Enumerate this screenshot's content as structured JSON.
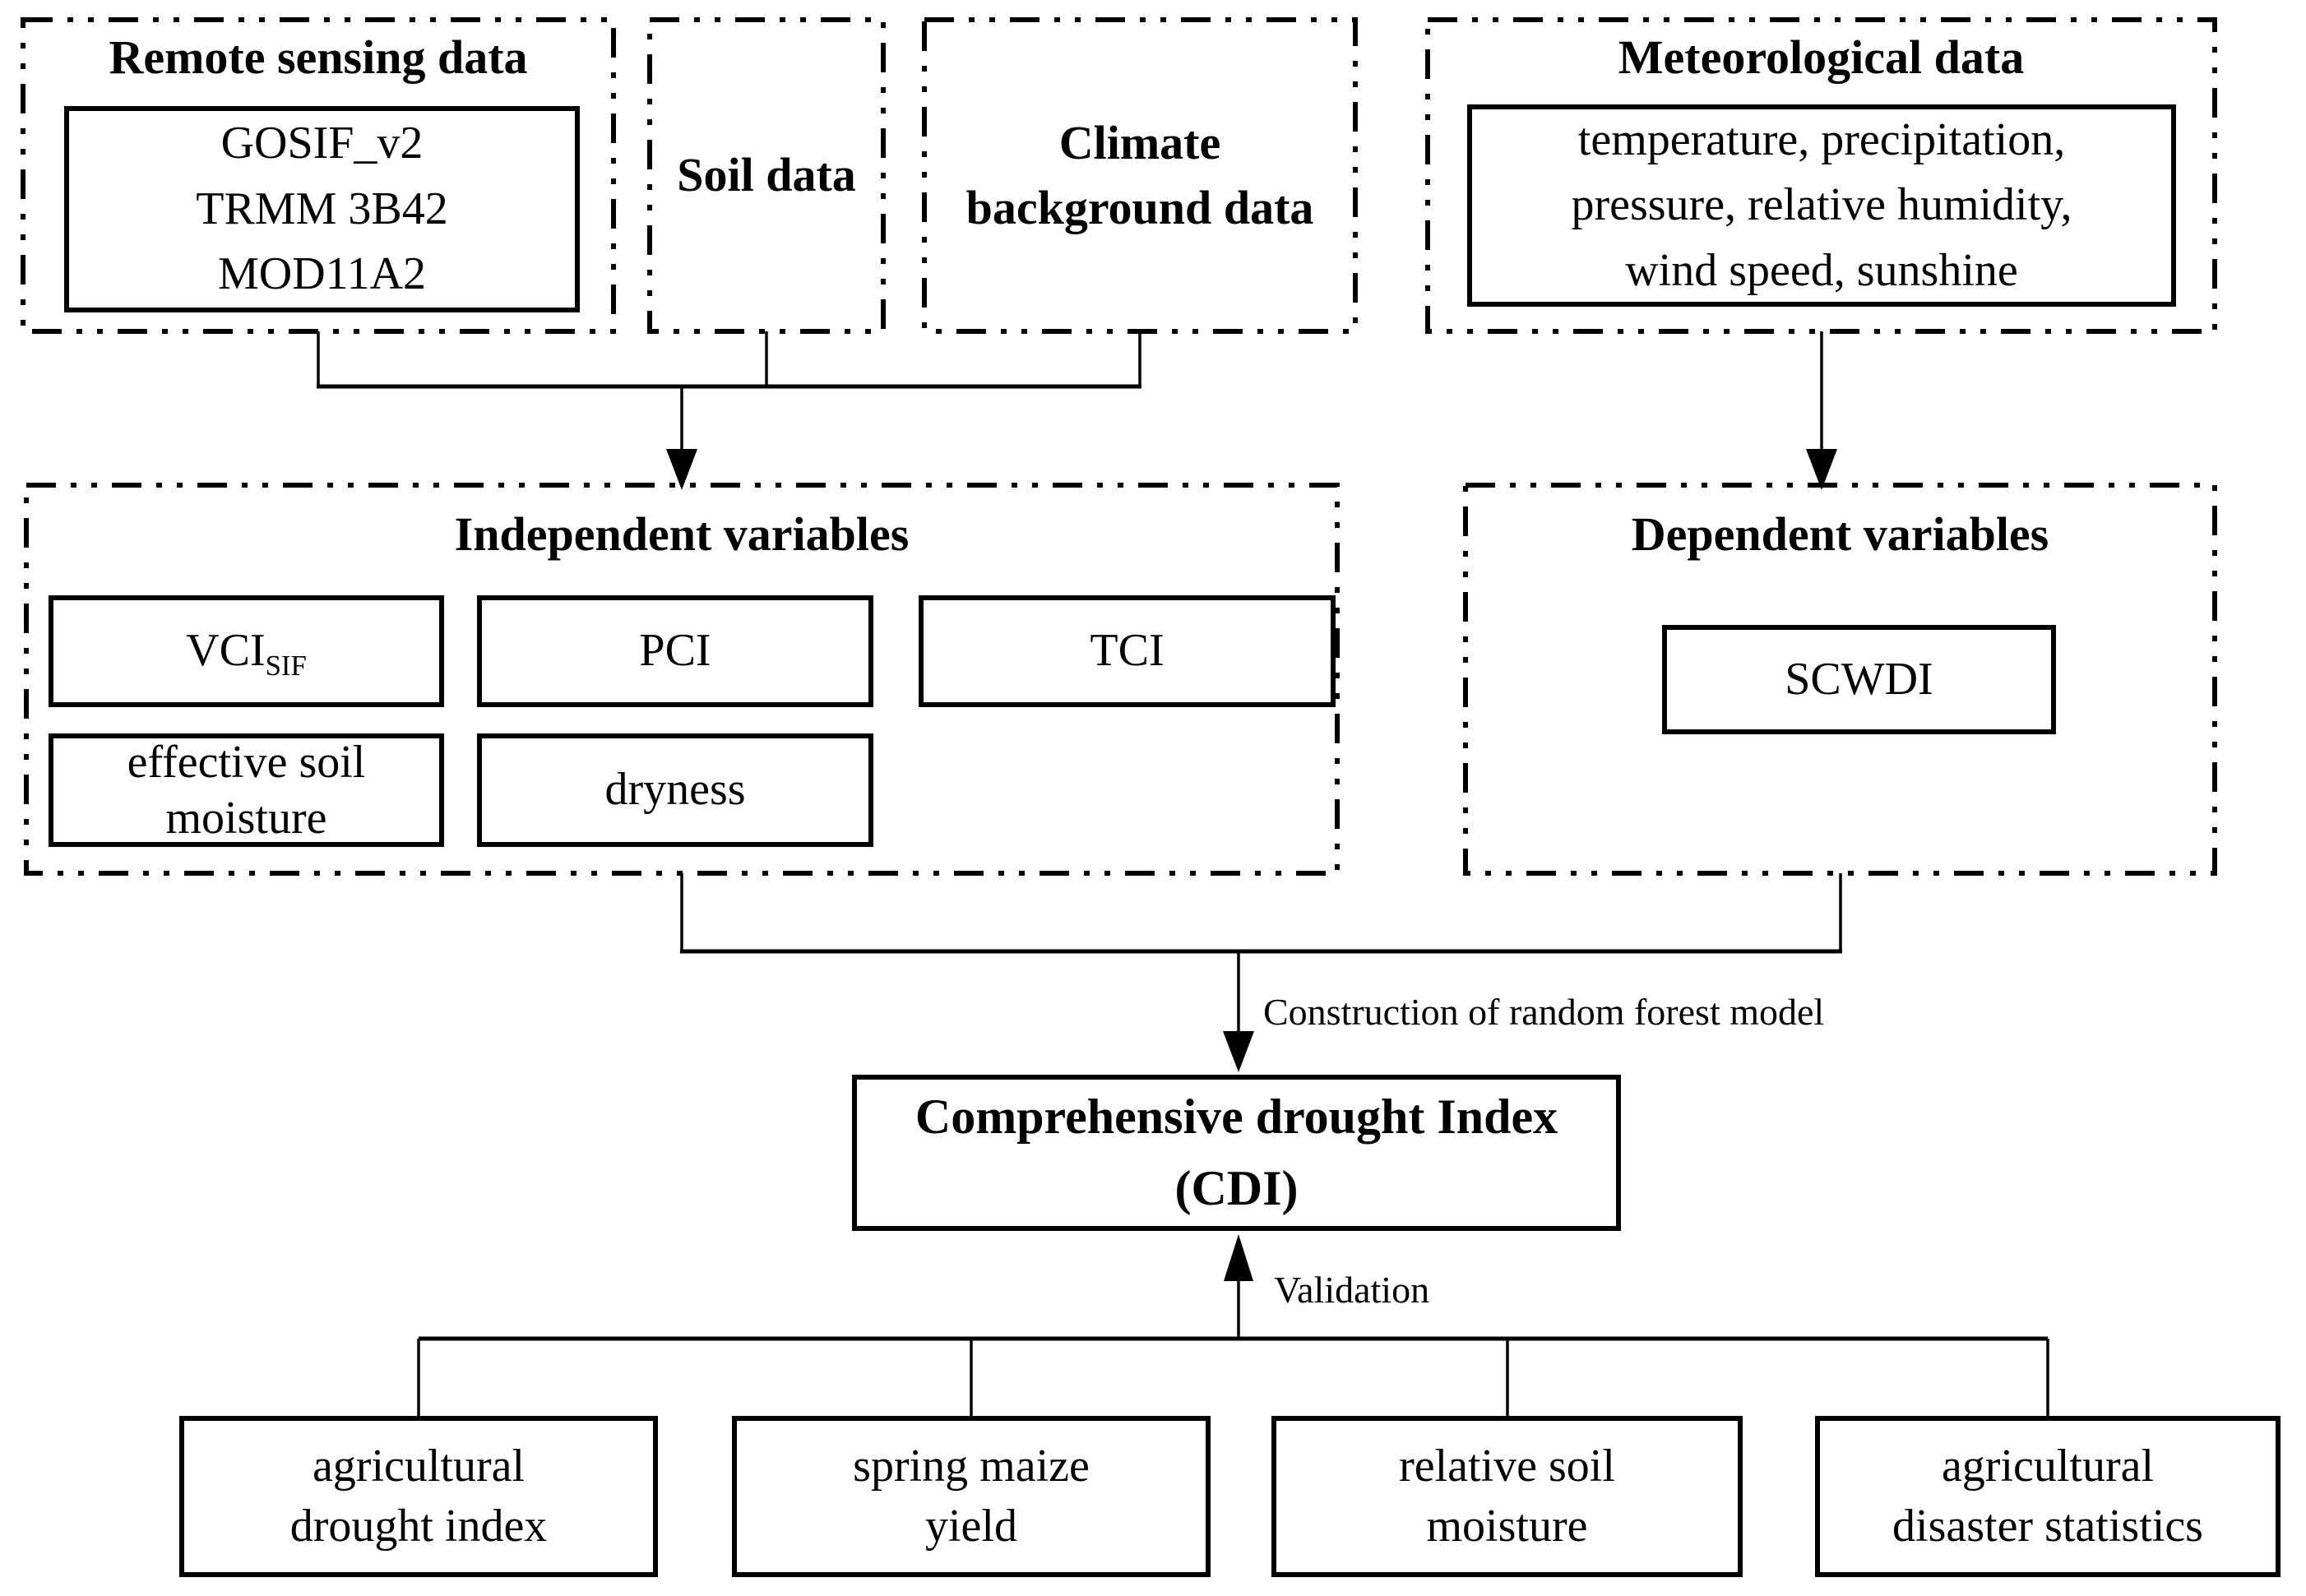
{
  "colors": {
    "ink": "#000000",
    "paper": "#ffffff"
  },
  "top_row": {
    "remote_sensing": {
      "title": "Remote sensing data",
      "lines": [
        "GOSIF_v2",
        "TRMM 3B42",
        "MOD11A2"
      ]
    },
    "soil": {
      "title": "Soil data"
    },
    "climate": {
      "title_lines": [
        "Climate",
        "background data"
      ]
    },
    "meteorological": {
      "title": "Meteorological data",
      "lines": [
        "temperature, precipitation,",
        "pressure, relative humidity,",
        "wind speed, sunshine"
      ]
    }
  },
  "middle_row": {
    "independent": {
      "title": "Independent variables",
      "vci": {
        "base": "VCI",
        "sub": "SIF"
      },
      "pci": "PCI",
      "tci": "TCI",
      "effective_soil_moisture": [
        "effective soil",
        "moisture"
      ],
      "dryness": "dryness"
    },
    "dependent": {
      "title": "Dependent variables",
      "scwdi": "SCWDI"
    }
  },
  "process": {
    "construction_label": "Construction of random forest model",
    "cdi_lines": [
      "Comprehensive drought Index",
      "(CDI)"
    ],
    "validation_label": "Validation"
  },
  "validation_row": [
    [
      "agricultural",
      "drought index"
    ],
    [
      "spring maize",
      "yield"
    ],
    [
      "relative soil",
      "moisture"
    ],
    [
      "agricultural",
      "disaster statistics"
    ]
  ]
}
